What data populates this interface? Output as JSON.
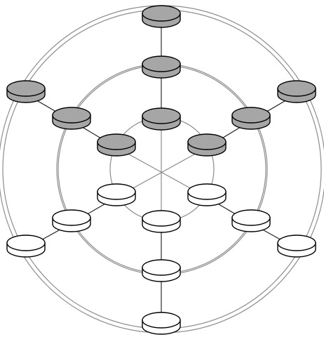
{
  "diagram": {
    "colors": {
      "background": "#ffffff",
      "ring": "#8c8c8c",
      "spoke": "#8c8c8c",
      "edge": "#1a1a1a",
      "disk_stroke": "#000000",
      "filled_disk": "#a6a6a6",
      "empty_disk": "#ffffff"
    },
    "rings": [
      {
        "id": "outer-ring-a"
      },
      {
        "id": "outer-ring-b"
      },
      {
        "id": "ring-2"
      },
      {
        "id": "ring-1"
      },
      {
        "id": "inner-ring"
      }
    ],
    "disks": {
      "filled": [
        {
          "id": "filled-top-outer"
        },
        {
          "id": "filled-top-middle"
        },
        {
          "id": "filled-top-inner"
        },
        {
          "id": "filled-left-outer"
        },
        {
          "id": "filled-left-middle"
        },
        {
          "id": "filled-left-inner"
        },
        {
          "id": "filled-right-outer"
        },
        {
          "id": "filled-right-middle"
        },
        {
          "id": "filled-right-inner"
        }
      ],
      "empty": [
        {
          "id": "empty-bottom-outer"
        },
        {
          "id": "empty-bottom-middle"
        },
        {
          "id": "empty-bottom-inner"
        },
        {
          "id": "empty-left-outer"
        },
        {
          "id": "empty-left-middle"
        },
        {
          "id": "empty-left-inner"
        },
        {
          "id": "empty-right-outer"
        },
        {
          "id": "empty-right-middle"
        },
        {
          "id": "empty-right-inner"
        }
      ]
    }
  }
}
